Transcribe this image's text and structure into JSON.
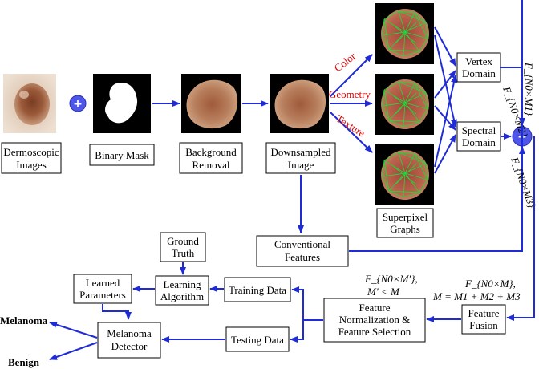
{
  "colors": {
    "arrow": "#1f2bd6",
    "feature_label": "#dd0000",
    "mesh": "#27d23a",
    "skin": "#e5d2bf",
    "lesion": "#a06040",
    "plus_circle": "#4f56ea"
  },
  "icons": {
    "combine": "plus-circle-icon"
  },
  "nodes": {
    "dermoscopic": [
      "Dermoscopic",
      "Images"
    ],
    "binary_mask": "Binary Mask",
    "background_removal": [
      "Background",
      "Removal"
    ],
    "downsampled": [
      "Downsampled",
      "Image"
    ],
    "superpixel": [
      "Superpixel",
      "Graphs"
    ],
    "vertex": [
      "Vertex",
      "Domain"
    ],
    "spectral": [
      "Spectral",
      "Domain"
    ],
    "conventional": [
      "Conventional",
      "Features"
    ],
    "ground_truth": [
      "Ground",
      "Truth"
    ],
    "learning": [
      "Learning",
      "Algorithm"
    ],
    "learned": [
      "Learned",
      "Parameters"
    ],
    "training": "Training Data",
    "testing": "Testing Data",
    "detector": [
      "Melanoma",
      "Detector"
    ],
    "normalization": [
      "Feature",
      "Normalization &",
      "Feature Selection"
    ],
    "fusion": [
      "Feature",
      "Fusion"
    ]
  },
  "branch_labels": {
    "color": "Color",
    "geometry": "Geometry",
    "texture": "Texture"
  },
  "math": {
    "f_m1": "F_{N0×M1}",
    "f_m2": "F_{N0×M2}",
    "f_m3": "F_{N0×M3}",
    "f_m_prime": "F_{N0×M′},",
    "m_prime_cond": "M′ < M",
    "f_m": "F_{N0×M},",
    "m_sum": "M = M1 + M2 + M3"
  },
  "outputs": {
    "melanoma": "Melanoma",
    "benign": "Benign"
  }
}
